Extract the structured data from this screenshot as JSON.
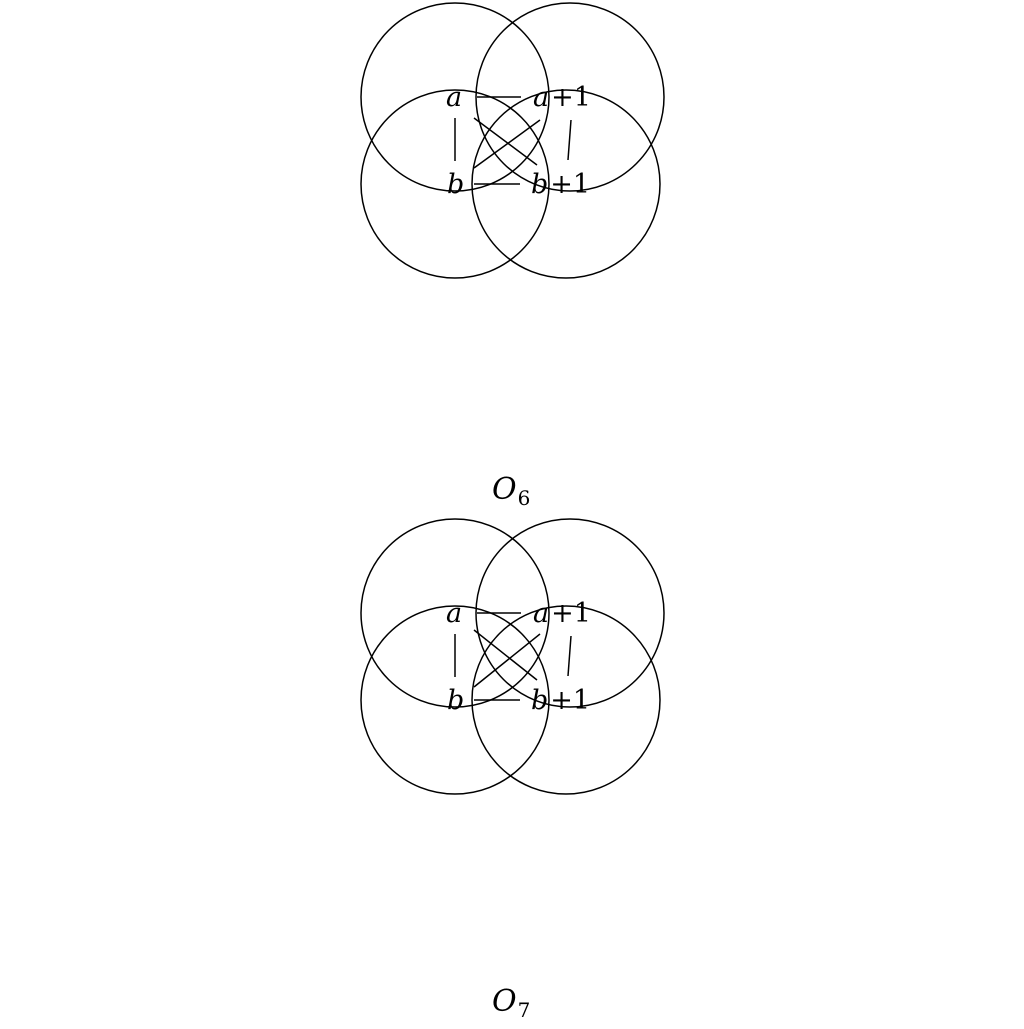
{
  "diagrams": [
    {
      "caption": {
        "main": "O",
        "sub": "6"
      },
      "nodes": {
        "a": {
          "var": "a",
          "plus": ""
        },
        "a1": {
          "var": "a",
          "plus": "+1"
        },
        "b": {
          "var": "b",
          "plus": ""
        },
        "b1": {
          "var": "b",
          "plus": "+1"
        }
      }
    },
    {
      "caption": {
        "main": "O",
        "sub": "7"
      },
      "nodes": {
        "a": {
          "var": "a",
          "plus": ""
        },
        "a1": {
          "var": "a",
          "plus": "+1"
        },
        "b": {
          "var": "b",
          "plus": ""
        },
        "b1": {
          "var": "b",
          "plus": "+1"
        }
      }
    }
  ],
  "colors": {
    "ink": "#000000",
    "background": "#ffffff"
  }
}
